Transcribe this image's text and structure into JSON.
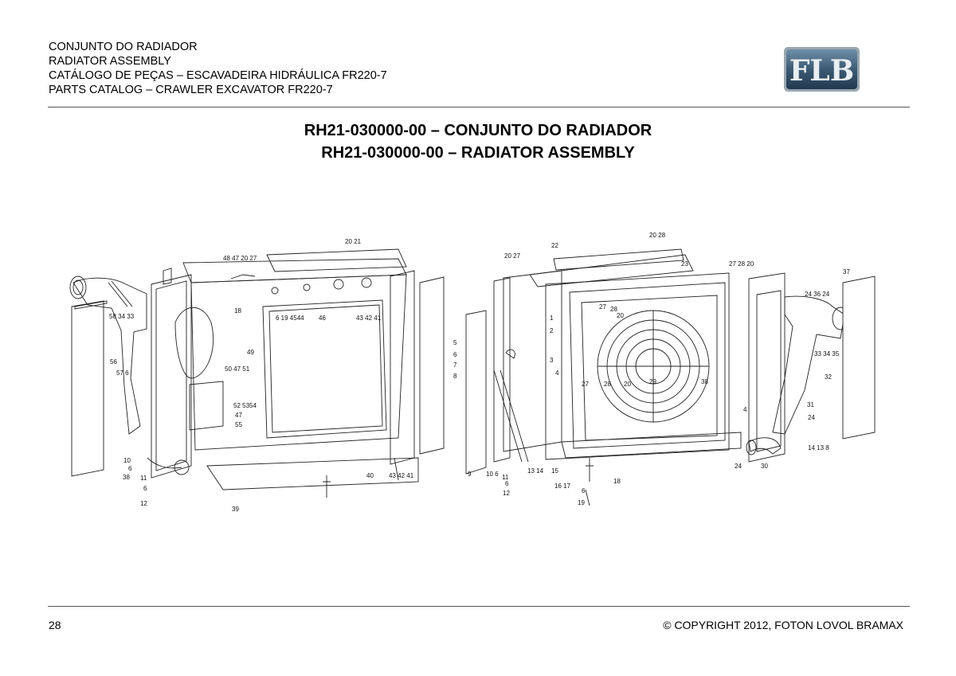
{
  "header": {
    "line1": "CONJUNTO DO RADIADOR",
    "line2": "RADIATOR ASSEMBLY",
    "line3": "CATÁLOGO DE PEÇAS – ESCAVADEIRA HIDRÁULICA FR220-7",
    "line4": "PARTS CATALOG – CRAWLER EXCAVATOR FR220-7",
    "logo_text": "FLB"
  },
  "title": {
    "pt": "RH21-030000-00 – CONJUNTO DO RADIADOR",
    "en": "RH21-030000-00 – RADIATOR ASSEMBLY"
  },
  "callouts_left": {
    "c20_21": "20 21",
    "c48": "48 47 20 27",
    "c18": "18",
    "c6_19": "6 19 4544",
    "c46": "46",
    "c43_left_top": "43 42 41",
    "c58": "58 34 33",
    "c56": "56",
    "c57": "57 6",
    "c49": "49",
    "c50": "50 47 51",
    "c52": "52 5354",
    "c47": "47",
    "c55": "55",
    "c10": "10",
    "c6a": "6",
    "c38": "38",
    "c11": "11",
    "c6b": "6",
    "c12": "12",
    "c39": "39",
    "c40": "40",
    "c43_bottom": "43 42 41"
  },
  "callouts_right": {
    "c20_28": "20 28",
    "c22": "22",
    "c20_27": "20 27",
    "c23": "23",
    "c27_28_20": "27  28  20",
    "c37": "37",
    "c24_36": "24  36 24",
    "c1": "1",
    "c2": "2",
    "c27a": "27",
    "c28a": "28",
    "c20a": "20",
    "c3": "3",
    "c4a": "4",
    "c5": "5",
    "c6": "6",
    "c7": "7",
    "c8": "8",
    "c33": "33 34 35",
    "c32": "32",
    "c27b": "27",
    "c28b": "28",
    "c20b": "20",
    "c29": "29",
    "c38": "38",
    "c4b": "4",
    "c31": "31",
    "c24a": "24",
    "c14": "14 13  8",
    "c9": "9",
    "c10_6": "10 6",
    "c11": "11",
    "c6b": "6",
    "c12": "12",
    "c13": "13 14",
    "c15": "15",
    "c16": "16 17",
    "c18": "18",
    "c6c": "6",
    "c19": "19",
    "c24b": "24",
    "c30": "30"
  },
  "footer": {
    "page_number": "28",
    "copyright": "© COPYRIGHT 2012, FOTON LOVOL BRAMAX"
  }
}
